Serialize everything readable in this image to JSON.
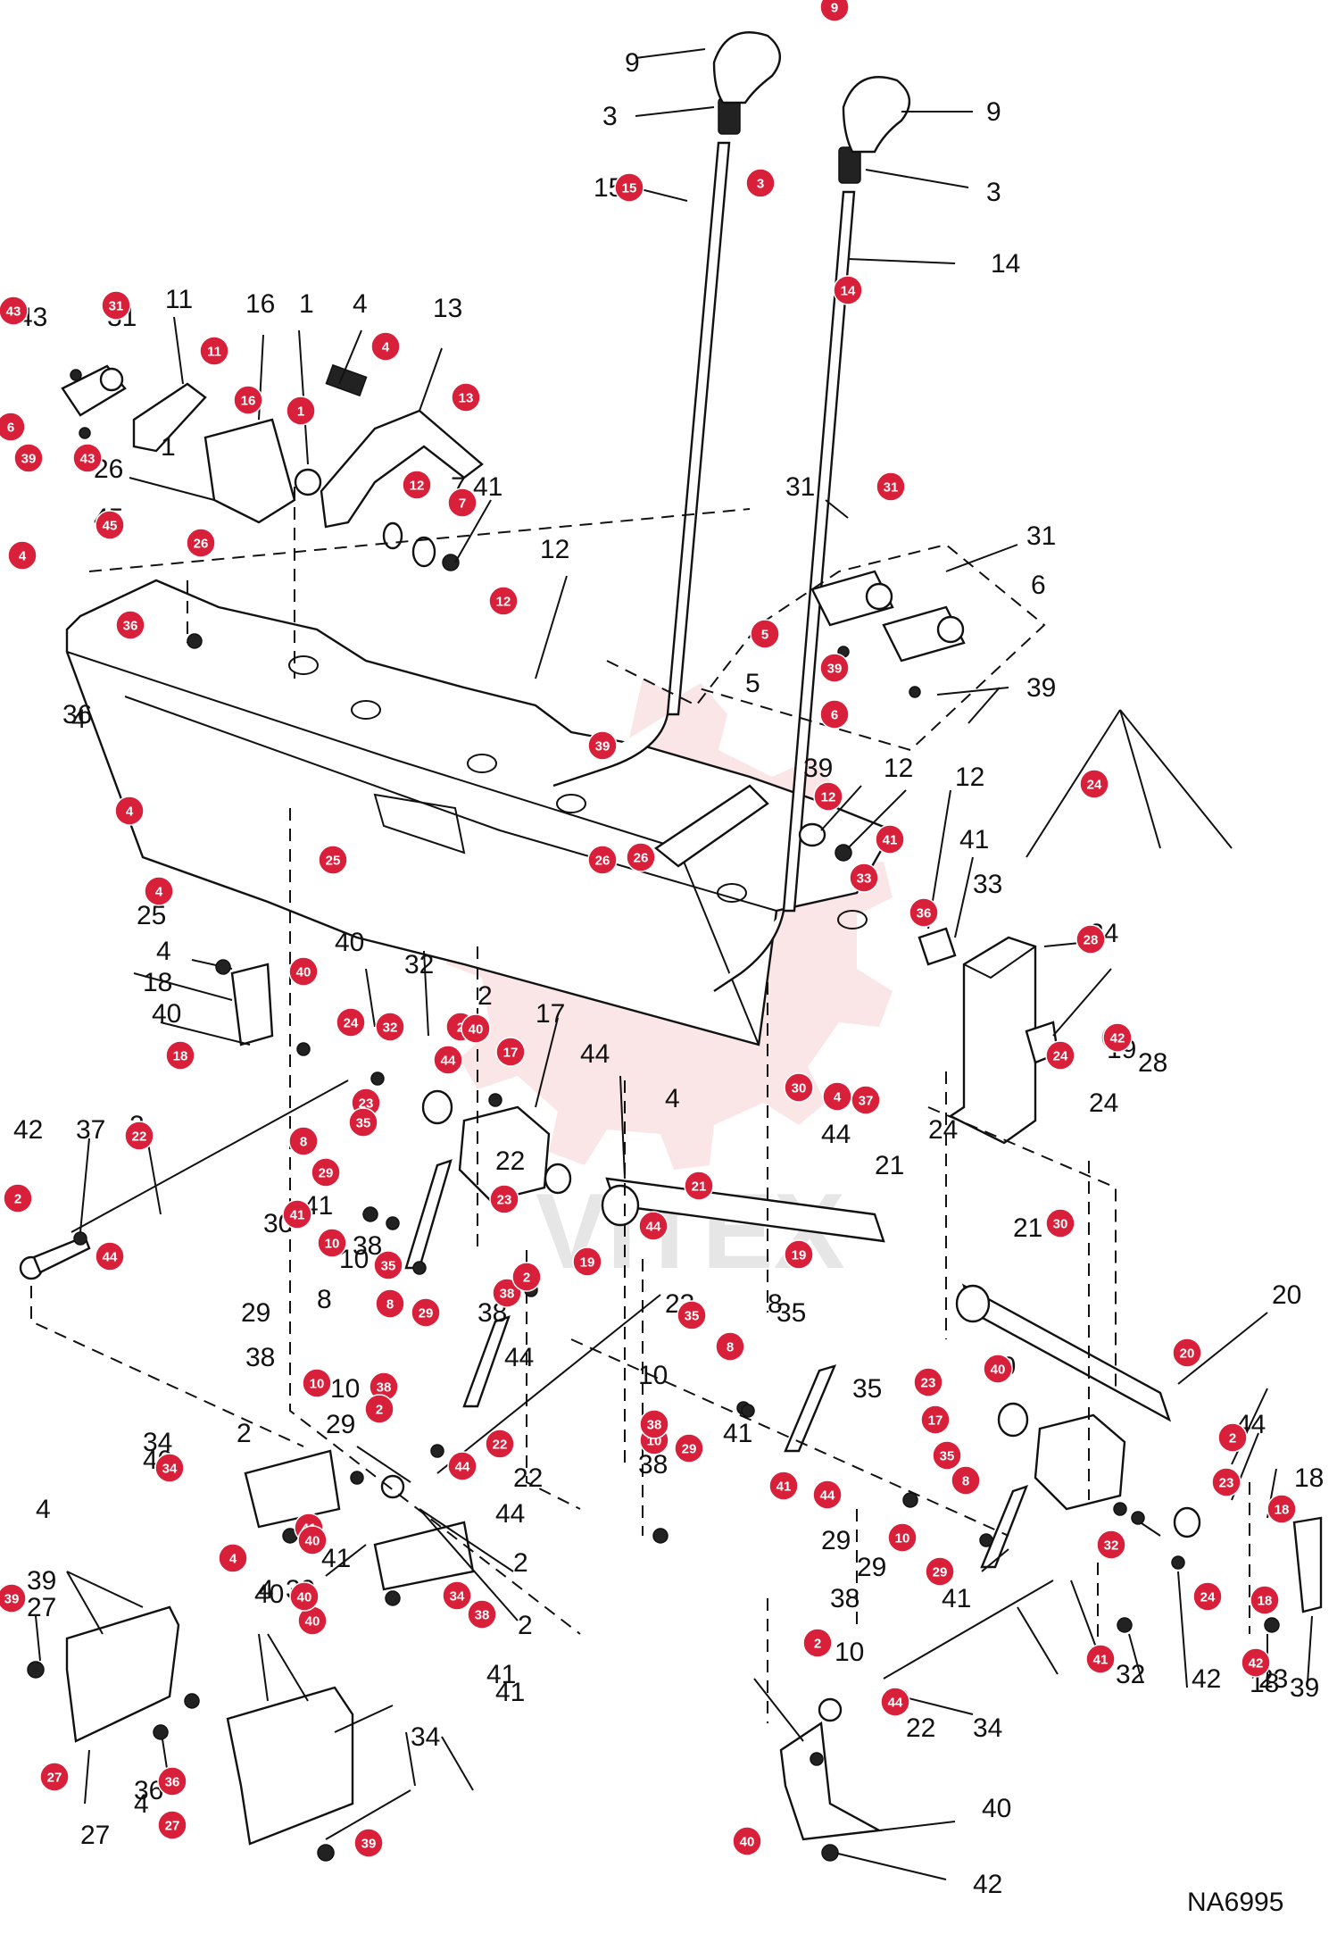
{
  "drawing_code": "NA6995",
  "watermark_text": "VITEX",
  "hotspot_color": "#d8203a",
  "callouts": [
    "9",
    "3",
    "9",
    "3",
    "15",
    "14",
    "43",
    "31",
    "11",
    "16",
    "1",
    "4",
    "13",
    "1",
    "7",
    "41",
    "26",
    "45",
    "12",
    "31",
    "31",
    "6",
    "5",
    "39",
    "39",
    "12",
    "12",
    "41",
    "33",
    "4",
    "36",
    "25",
    "4",
    "40",
    "18",
    "32",
    "2",
    "40",
    "17",
    "24",
    "44",
    "19",
    "24",
    "28",
    "24",
    "42",
    "37",
    "2",
    "44",
    "22",
    "4",
    "21",
    "21",
    "30",
    "41",
    "10",
    "38",
    "38",
    "8",
    "29",
    "20",
    "38",
    "10",
    "29",
    "8",
    "35",
    "35",
    "2",
    "23",
    "40",
    "34",
    "40",
    "22",
    "44",
    "10",
    "38",
    "2",
    "44",
    "18",
    "4",
    "39",
    "4",
    "41",
    "2",
    "41",
    "29",
    "38",
    "10",
    "29",
    "41",
    "32",
    "42",
    "18",
    "39",
    "27",
    "27",
    "36",
    "4",
    "40",
    "39",
    "34",
    "41",
    "41",
    "44",
    "22",
    "34",
    "40",
    "42",
    "23"
  ],
  "hotspots": [
    "9",
    "3",
    "15",
    "14",
    "43",
    "31",
    "11",
    "16",
    "1",
    "4",
    "13",
    "6",
    "39",
    "43",
    "12",
    "7",
    "45",
    "26",
    "4",
    "12",
    "31",
    "5",
    "39",
    "6",
    "39",
    "36",
    "12",
    "41",
    "33",
    "26",
    "26",
    "4",
    "25",
    "36",
    "24",
    "4",
    "40",
    "42",
    "24",
    "32",
    "2",
    "18",
    "40",
    "44",
    "17",
    "23",
    "8",
    "35",
    "29",
    "30",
    "4",
    "37",
    "28",
    "24",
    "42",
    "22",
    "2",
    "44",
    "23",
    "21",
    "30",
    "41",
    "10",
    "44",
    "35",
    "29",
    "8",
    "38",
    "19",
    "19",
    "2",
    "35",
    "8",
    "20",
    "40",
    "23",
    "17",
    "35",
    "8",
    "10",
    "38",
    "2",
    "22",
    "44",
    "34",
    "41",
    "40",
    "38",
    "10",
    "29",
    "41",
    "44",
    "32",
    "24",
    "41",
    "42",
    "18",
    "38",
    "10",
    "29",
    "2",
    "44",
    "40",
    "27",
    "36",
    "27",
    "39",
    "40",
    "34",
    "39",
    "4",
    "40",
    "23",
    "2",
    "18"
  ]
}
